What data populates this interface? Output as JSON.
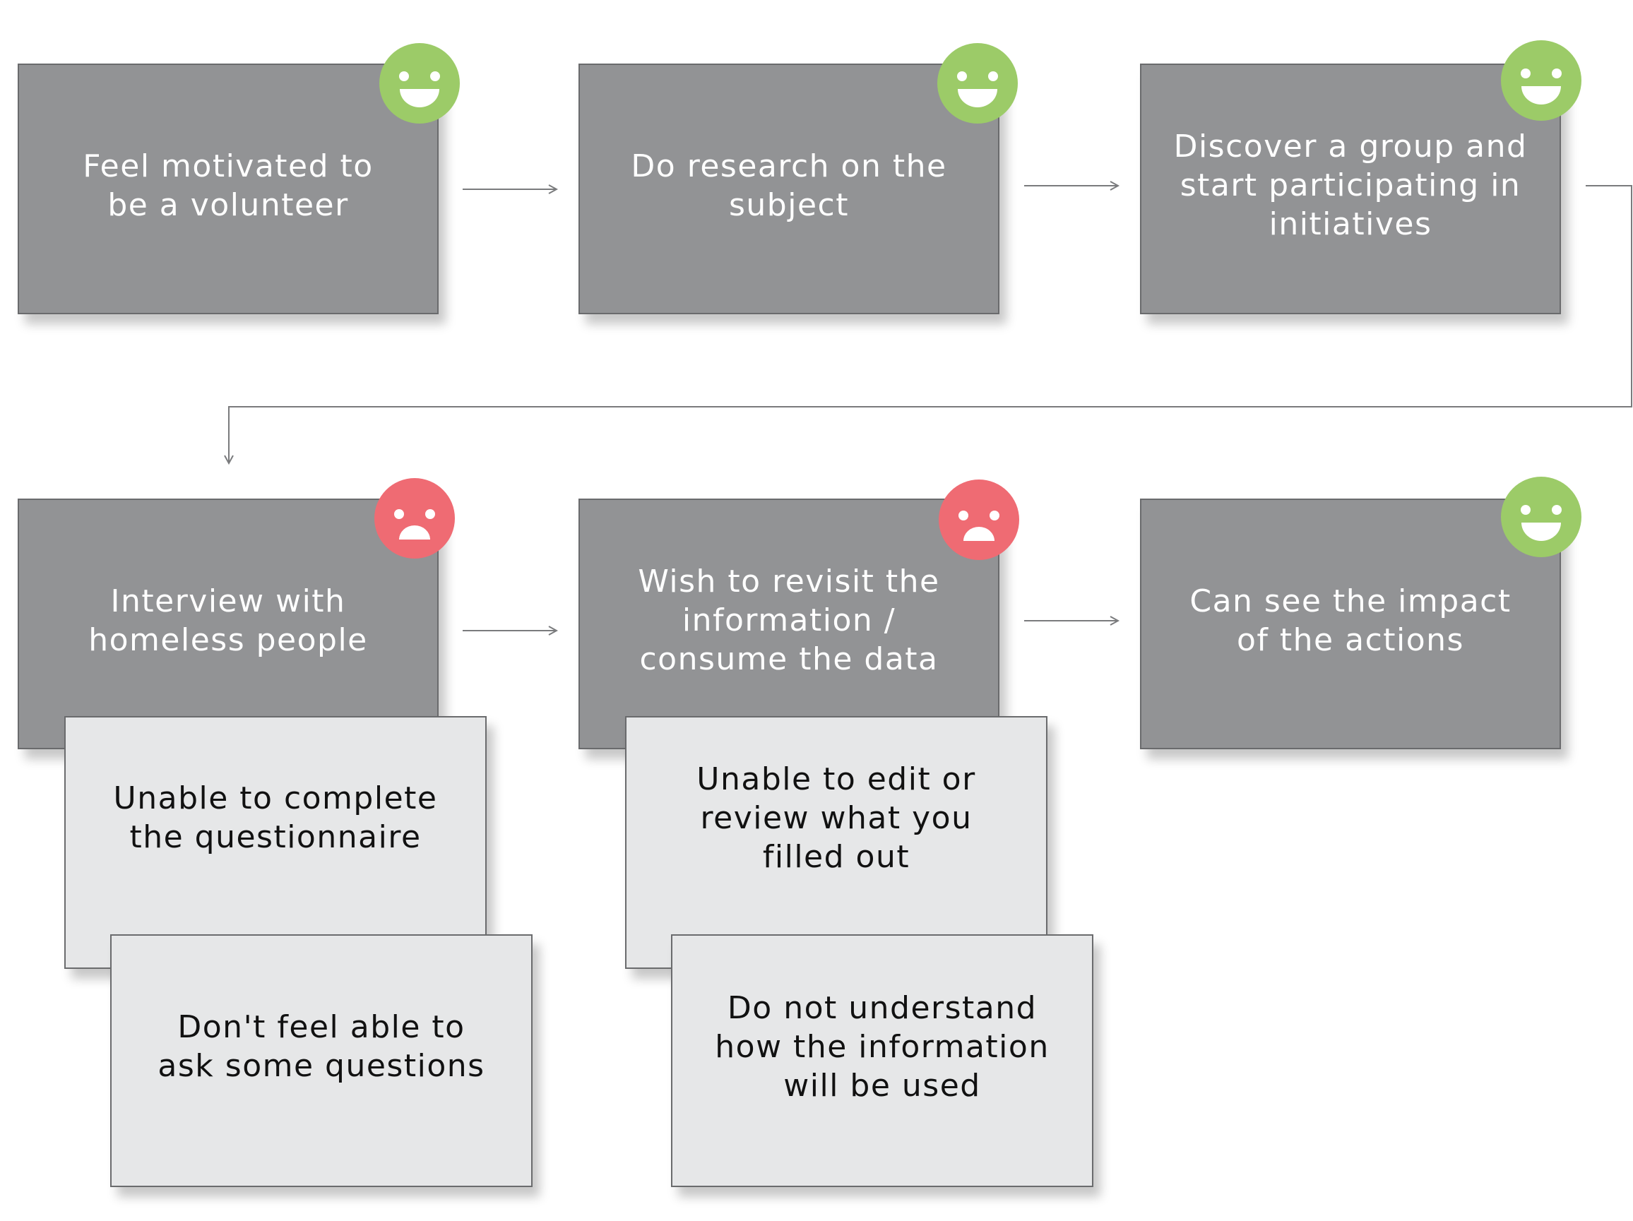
{
  "colors": {
    "step_fill": "#929395",
    "pain_fill": "#e6e7e8",
    "happy": "#9ccb68",
    "sad": "#ef6b73",
    "connector": "#7a7b7d"
  },
  "steps": [
    {
      "label": "Feel motivated to\nbe a volunteer",
      "mood": "happy"
    },
    {
      "label": "Do research on the\nsubject",
      "mood": "happy"
    },
    {
      "label": "Discover a group and\nstart participating in\ninitiatives",
      "mood": "happy"
    },
    {
      "label": "Interview with\nhomeless people",
      "mood": "sad"
    },
    {
      "label": "Wish to revisit the\ninformation /\nconsume the data",
      "mood": "sad"
    },
    {
      "label": "Can see the impact\nof the actions",
      "mood": "happy"
    }
  ],
  "pain_points": [
    {
      "label": "Unable to complete\nthe questionnaire"
    },
    {
      "label": "Don't feel able to\nask some questions"
    },
    {
      "label": "Unable to edit or\nreview what you\nfilled out"
    },
    {
      "label": "Do not understand\nhow the information\nwill be used"
    }
  ],
  "icons": {
    "happy": "happy-face-icon",
    "sad": "sad-face-icon"
  }
}
